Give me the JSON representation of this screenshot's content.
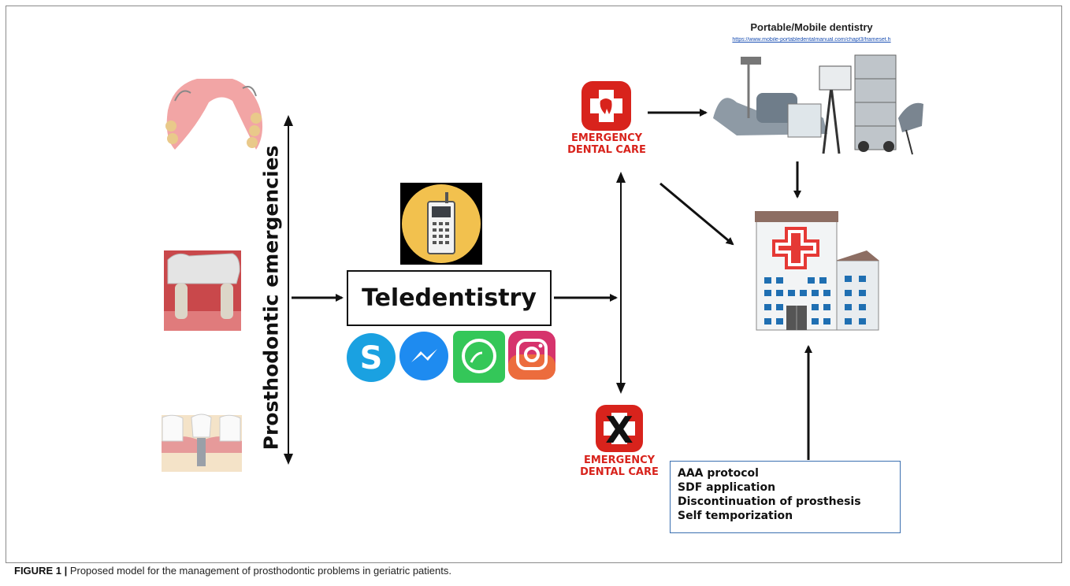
{
  "vertical_label": "Prosthodontic emergencies",
  "teledentistry_label": "Teledentistry",
  "emergency_label_line1": "EMERGENCY",
  "emergency_label_line2": "DENTAL CARE",
  "portable": {
    "title": "Portable/Mobile dentistry",
    "url": "https://www.mobile-portabledentalmanual.com/chapt3/frameset.h"
  },
  "protocol_items": [
    "AAA protocol",
    "SDF application",
    "Discontinuation  of prosthesis",
    "Self temporization"
  ],
  "caption": {
    "label": "FIGURE 1 |",
    "text": " Proposed model for the management of prosthodontic problems in geriatric patients."
  },
  "icons": [
    "partial-denture-icon",
    "dental-bridge-icon",
    "dental-implant-icon",
    "mobile-phone-icon",
    "skype-icon",
    "messenger-icon",
    "whatsapp-icon",
    "instagram-icon",
    "emergency-dental-care-icon",
    "no-emergency-dental-care-icon",
    "portable-dental-unit-icon",
    "hospital-icon"
  ],
  "colors": {
    "emergency_red": "#d8231c",
    "protocol_border": "#3b6fb0",
    "phone_bg": "#f2c14e"
  }
}
